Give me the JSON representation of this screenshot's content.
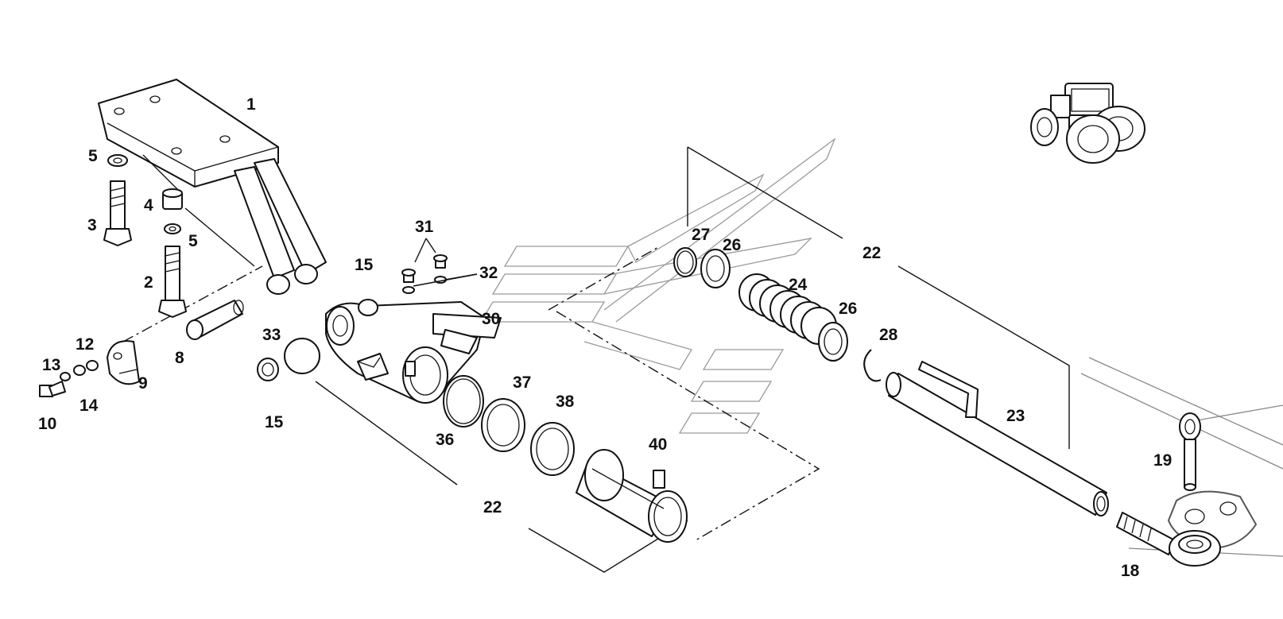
{
  "diagram": {
    "labels": {
      "l1": "1",
      "l2": "2",
      "l3": "3",
      "l4": "4",
      "l5a": "5",
      "l5b": "5",
      "l8": "8",
      "l9": "9",
      "l10": "10",
      "l12": "12",
      "l13": "13",
      "l14": "14",
      "l15a": "15",
      "l15b": "15",
      "l18": "18",
      "l19": "19",
      "l22a": "22",
      "l22b": "22",
      "l23": "23",
      "l24": "24",
      "l26a": "26",
      "l26b": "26",
      "l27": "27",
      "l28": "28",
      "l30": "30",
      "l31": "31",
      "l32": "32",
      "l33": "33",
      "l36": "36",
      "l37": "37",
      "l38": "38",
      "l40": "40"
    },
    "icons": {
      "tractor": "tractor-icon",
      "watermark": "watermark-logo"
    }
  }
}
